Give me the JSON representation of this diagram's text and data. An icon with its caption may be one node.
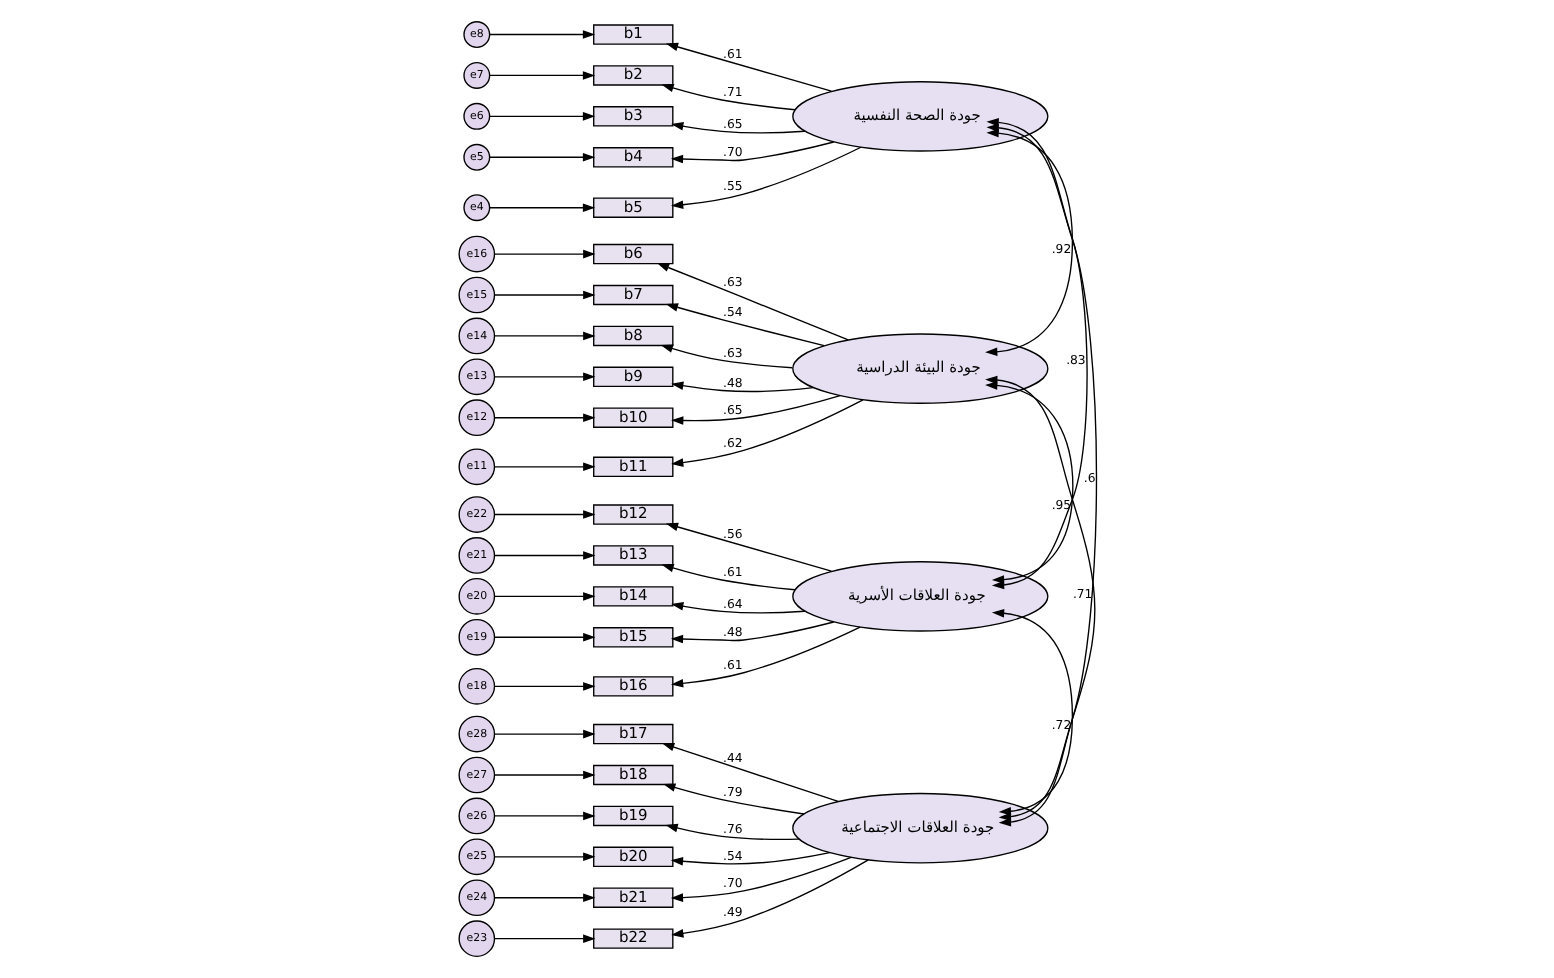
{
  "diagram": {
    "nodes": [
      {
        "text": [
          "جودة الصحة النفسية"
        ]
      },
      {
        "text": [
          "جودة البيئة الدراسية"
        ]
      },
      {
        "text": [
          "جودة العلاقات الأسرية"
        ]
      },
      {
        "text": [
          "جودة العلاقات الاجتماعية"
        ]
      },
      {
        "text": [
          "b1"
        ]
      },
      {
        "text": [
          "b2"
        ]
      },
      {
        "text": [
          "b3"
        ]
      },
      {
        "text": [
          "b4"
        ]
      },
      {
        "text": [
          "b5"
        ]
      },
      {
        "text": [
          "b6"
        ]
      },
      {
        "text": [
          "b7"
        ]
      },
      {
        "text": [
          "b8"
        ]
      },
      {
        "text": [
          "b9"
        ]
      },
      {
        "text": [
          "b10"
        ]
      },
      {
        "text": [
          "b11"
        ]
      },
      {
        "text": [
          "b12"
        ]
      },
      {
        "text": [
          "b13"
        ]
      },
      {
        "text": [
          "b14"
        ]
      },
      {
        "text": [
          "b15"
        ]
      },
      {
        "text": [
          "b16"
        ]
      },
      {
        "text": [
          "b17"
        ]
      },
      {
        "text": [
          "b18"
        ]
      },
      {
        "text": [
          "b19"
        ]
      },
      {
        "text": [
          "b20"
        ]
      },
      {
        "text": [
          "b21"
        ]
      },
      {
        "text": [
          "b22"
        ]
      },
      {
        "text": [
          "e8"
        ]
      },
      {
        "text": [
          "e7"
        ]
      },
      {
        "text": [
          "e6"
        ]
      },
      {
        "text": [
          "e5"
        ]
      },
      {
        "text": [
          "e4"
        ]
      },
      {
        "text": [
          "e16"
        ]
      },
      {
        "text": [
          "e15"
        ]
      },
      {
        "text": [
          "e14"
        ]
      },
      {
        "text": [
          "e13"
        ]
      },
      {
        "text": [
          "e12"
        ]
      },
      {
        "text": [
          "e11"
        ]
      },
      {
        "text": [
          "e22"
        ]
      },
      {
        "text": [
          "e21"
        ]
      },
      {
        "text": [
          "e20"
        ]
      },
      {
        "text": [
          "e19"
        ]
      },
      {
        "text": [
          "e18"
        ]
      },
      {
        "text": [
          "e28"
        ]
      },
      {
        "text": [
          "e27"
        ]
      },
      {
        "text": [
          "e26"
        ]
      },
      {
        "text": [
          "e25"
        ]
      },
      {
        "text": [
          "e24"
        ]
      },
      {
        "text": [
          "e23"
        ]
      }
    ],
    "edges": [
      {
        "from": 26,
        "to": 4,
        "arrow": "to"
      },
      {
        "from": 27,
        "to": 5,
        "arrow": "to"
      },
      {
        "from": 28,
        "to": 6,
        "arrow": "to"
      },
      {
        "from": 29,
        "to": 7,
        "arrow": "to"
      },
      {
        "from": 30,
        "to": 8,
        "arrow": "to"
      },
      {
        "from": 31,
        "to": 9,
        "arrow": "to"
      },
      {
        "from": 32,
        "to": 10,
        "arrow": "to"
      },
      {
        "from": 33,
        "to": 11,
        "arrow": "to"
      },
      {
        "from": 34,
        "to": 12,
        "arrow": "to"
      },
      {
        "from": 35,
        "to": 13,
        "arrow": "to"
      },
      {
        "from": 36,
        "to": 14,
        "arrow": "to"
      },
      {
        "from": 37,
        "to": 15,
        "arrow": "to"
      },
      {
        "from": 38,
        "to": 16,
        "arrow": "to"
      },
      {
        "from": 39,
        "to": 17,
        "arrow": "to"
      },
      {
        "from": 40,
        "to": 18,
        "arrow": "to"
      },
      {
        "from": 41,
        "to": 19,
        "arrow": "to"
      },
      {
        "from": 42,
        "to": 20,
        "arrow": "to"
      },
      {
        "from": 43,
        "to": 21,
        "arrow": "to"
      },
      {
        "from": 44,
        "to": 22,
        "arrow": "to"
      },
      {
        "from": 45,
        "to": 23,
        "arrow": "to"
      },
      {
        "from": 46,
        "to": 24,
        "arrow": "to"
      },
      {
        "from": 47,
        "to": 25,
        "arrow": "to"
      },
      {
        "from": 0,
        "to": 4,
        "arrow": "to",
        "label": ".61"
      },
      {
        "from": 0,
        "to": 5,
        "arrow": "to",
        "label": ".71"
      },
      {
        "from": 0,
        "to": 6,
        "arrow": "to",
        "label": ".65"
      },
      {
        "from": 0,
        "to": 7,
        "arrow": "to",
        "label": ".70"
      },
      {
        "from": 0,
        "to": 8,
        "arrow": "to",
        "label": ".55"
      },
      {
        "from": 1,
        "to": 9,
        "arrow": "to",
        "label": ".63"
      },
      {
        "from": 1,
        "to": 10,
        "arrow": "to",
        "label": ".54"
      },
      {
        "from": 1,
        "to": 11,
        "arrow": "to",
        "label": ".63"
      },
      {
        "from": 1,
        "to": 12,
        "arrow": "to",
        "label": ".48"
      },
      {
        "from": 1,
        "to": 13,
        "arrow": "to",
        "label": ".65"
      },
      {
        "from": 1,
        "to": 14,
        "arrow": "to",
        "label": ".62"
      },
      {
        "from": 2,
        "to": 15,
        "arrow": "to",
        "label": ".56"
      },
      {
        "from": 2,
        "to": 16,
        "arrow": "to",
        "label": ".61"
      },
      {
        "from": 2,
        "to": 17,
        "arrow": "to",
        "label": ".64"
      },
      {
        "from": 2,
        "to": 18,
        "arrow": "to",
        "label": ".48"
      },
      {
        "from": 2,
        "to": 19,
        "arrow": "to",
        "label": ".61"
      },
      {
        "from": 3,
        "to": 20,
        "arrow": "to",
        "label": ".44"
      },
      {
        "from": 3,
        "to": 21,
        "arrow": "to",
        "label": ".79"
      },
      {
        "from": 3,
        "to": 22,
        "arrow": "to",
        "label": ".76"
      },
      {
        "from": 3,
        "to": 23,
        "arrow": "to",
        "label": ".54"
      },
      {
        "from": 3,
        "to": 24,
        "arrow": "to",
        "label": ".70"
      },
      {
        "from": 3,
        "to": 25,
        "arrow": "to",
        "label": ".49"
      },
      {
        "from": 0,
        "to": 1,
        "arrow": "both",
        "label": ".92"
      },
      {
        "from": 0,
        "to": 2,
        "arrow": "both",
        "label": ".83"
      },
      {
        "from": 0,
        "to": 3,
        "arrow": "both",
        "label": ".6"
      },
      {
        "from": 1,
        "to": 2,
        "arrow": "both",
        "label": ".95"
      },
      {
        "from": 1,
        "to": 3,
        "arrow": "both",
        "label": ".71"
      },
      {
        "from": 2,
        "to": 3,
        "arrow": "both",
        "label": ".72"
      }
    ]
  }
}
